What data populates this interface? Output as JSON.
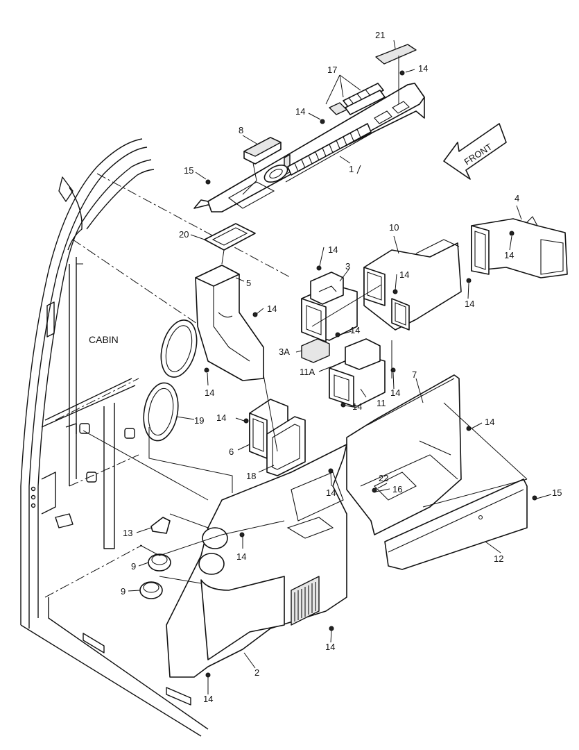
{
  "labels": {
    "cabin": "CABIN",
    "front": "FRONT",
    "p1": "1",
    "p2": "2",
    "p3": "3",
    "p3a": "3A",
    "p4": "4",
    "p5": "5",
    "p6": "6",
    "p7": "7",
    "p8": "8",
    "p9": "9",
    "p10": "10",
    "p11": "11",
    "p11a": "11A",
    "p12": "12",
    "p13": "13",
    "p14": "14",
    "p15": "15",
    "p16": "16",
    "p17": "17",
    "p18": "18",
    "p19": "19",
    "p20": "20",
    "p21": "21",
    "p22": "22"
  }
}
